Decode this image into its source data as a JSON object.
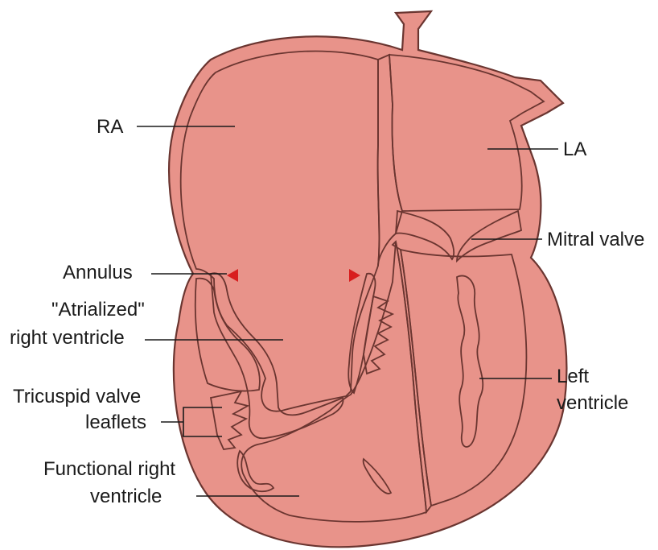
{
  "labels": {
    "ra": "RA",
    "la": "LA",
    "mitral_valve": "Mitral valve",
    "annulus": "Annulus",
    "atrialized_line1": "\"Atrialized\"",
    "atrialized_line2": "right ventricle",
    "tricuspid_line1": "Tricuspid valve",
    "tricuspid_line2": "leaflets",
    "left_ventricle_line1": "Left",
    "left_ventricle_line2": "ventricle",
    "functional_line1": "Functional right",
    "functional_line2": "ventricle"
  },
  "colors": {
    "wall": "#e8938a",
    "chamber": "#fbd9d2",
    "chamber_light": "#fde9e4",
    "outline": "#6a3530",
    "valve": "#dce9f2",
    "atrialized_dark": "#c2423f",
    "annulus_marker": "#d81e1e",
    "text": "#1a1a1a"
  }
}
